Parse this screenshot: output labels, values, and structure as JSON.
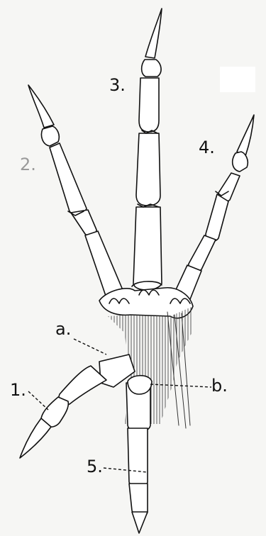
{
  "figure": {
    "labels": {
      "digit_1": "1.",
      "digit_2": "2.",
      "digit_3": "3.",
      "digit_4": "4.",
      "digit_5": "5.",
      "part_a": "a.",
      "part_b": "b."
    },
    "colors": {
      "ink": "#111111",
      "faded_label": "#9a9a9a",
      "paper": "#f6f6f4"
    }
  }
}
